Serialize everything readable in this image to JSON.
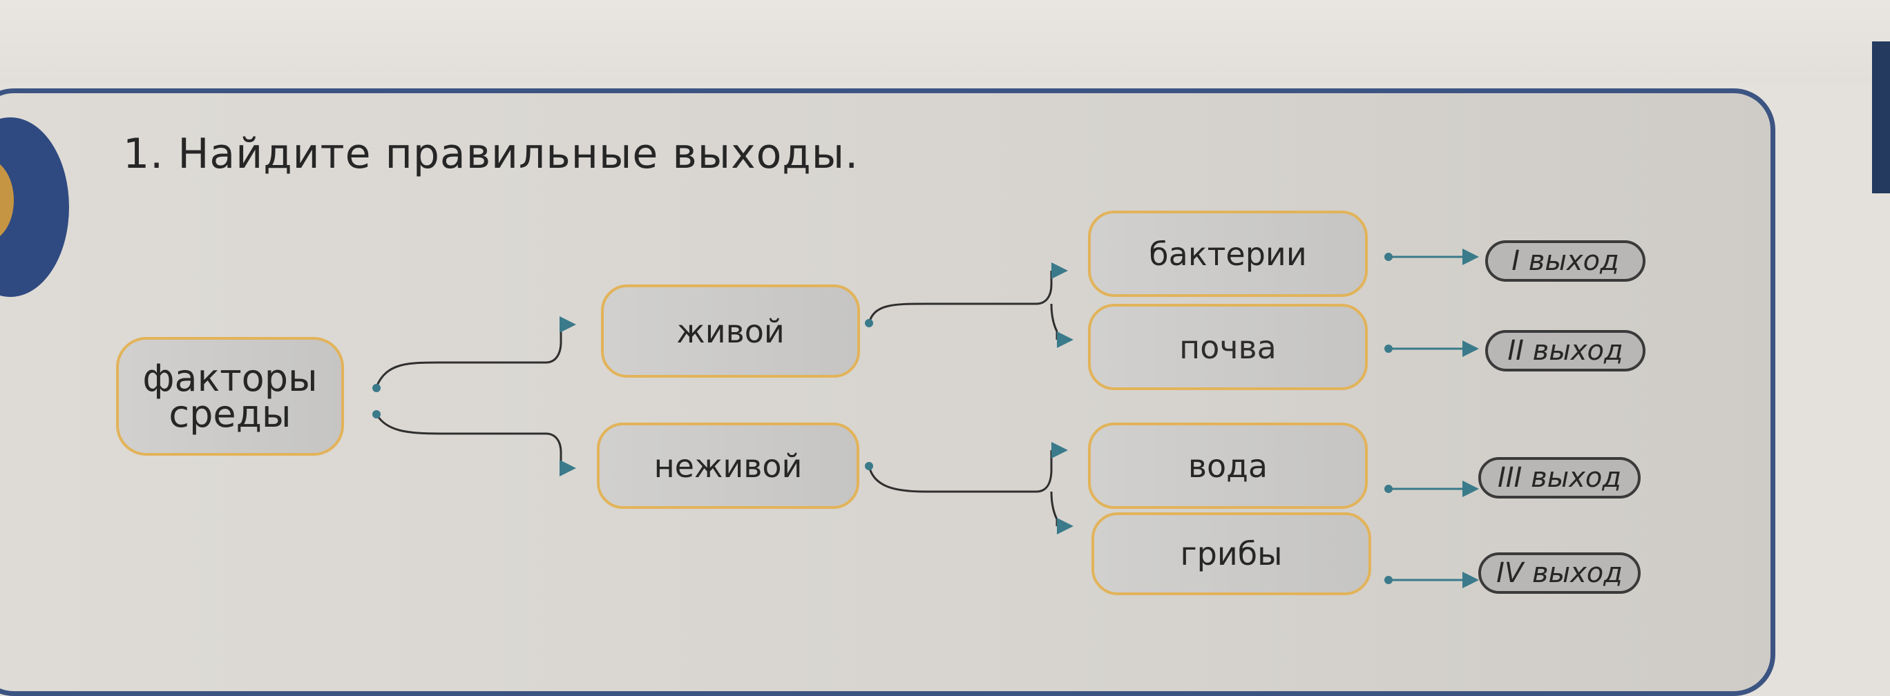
{
  "task": {
    "title": "1. Найдите правильные выходы."
  },
  "diagram": {
    "root": {
      "line1": "факторы",
      "line2": "среды"
    },
    "branches": {
      "living": "живой",
      "nonliving": "неживой"
    },
    "leaves": {
      "bacteria": "бактерии",
      "soil": "почва",
      "water": "вода",
      "fungi": "грибы"
    },
    "exits": [
      {
        "numeral": "I",
        "word": "выход"
      },
      {
        "numeral": "II",
        "word": "выход"
      },
      {
        "numeral": "III",
        "word": "выход"
      },
      {
        "numeral": "IV",
        "word": "выход"
      }
    ]
  }
}
